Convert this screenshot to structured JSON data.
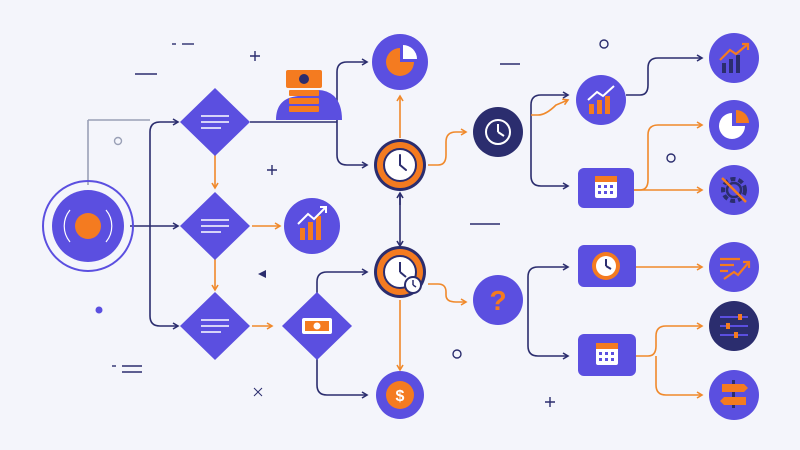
{
  "colors": {
    "background": "#f4f5fb",
    "node": "#5b4fe0",
    "node_dark": "#2b2d6e",
    "accent": "#f47b20",
    "line_dark": "#2b2d6e",
    "line_orange": "#f0892b",
    "white": "#ffffff",
    "gray": "#9aa0b6"
  },
  "diagram": {
    "start_node": {
      "icon": "target-icon"
    },
    "decision_nodes": [
      {
        "id": "decision-1",
        "icon": "text-lines-icon"
      },
      {
        "id": "decision-2",
        "icon": "text-lines-icon"
      },
      {
        "id": "decision-3",
        "icon": "text-lines-icon"
      },
      {
        "id": "decision-4",
        "icon": "money-bill-icon"
      }
    ],
    "nodes": [
      {
        "id": "money-stack",
        "icon": "money-stack-icon"
      },
      {
        "id": "pie-chart-top",
        "icon": "pie-chart-icon"
      },
      {
        "id": "clock-1",
        "icon": "clock-icon"
      },
      {
        "id": "bar-chart-growth",
        "icon": "bar-chart-growth-icon"
      },
      {
        "id": "clock-timer",
        "icon": "clock-timer-icon"
      },
      {
        "id": "dollar",
        "icon": "dollar-icon",
        "label": "$"
      },
      {
        "id": "clock-2",
        "icon": "clock-icon"
      },
      {
        "id": "question",
        "icon": "question-icon",
        "label": "?"
      },
      {
        "id": "growth-2",
        "icon": "bar-chart-growth-icon"
      },
      {
        "id": "calendar-1",
        "icon": "calendar-icon"
      },
      {
        "id": "clock-3",
        "icon": "clock-icon"
      },
      {
        "id": "calendar-2",
        "icon": "calendar-icon"
      },
      {
        "id": "growth-3",
        "icon": "bar-chart-growth-icon"
      },
      {
        "id": "pie-chart-2",
        "icon": "pie-chart-icon"
      },
      {
        "id": "gear",
        "icon": "gear-icon"
      },
      {
        "id": "trend",
        "icon": "trend-lines-icon"
      },
      {
        "id": "sliders",
        "icon": "sliders-icon"
      },
      {
        "id": "signpost",
        "icon": "signpost-icon"
      }
    ]
  }
}
